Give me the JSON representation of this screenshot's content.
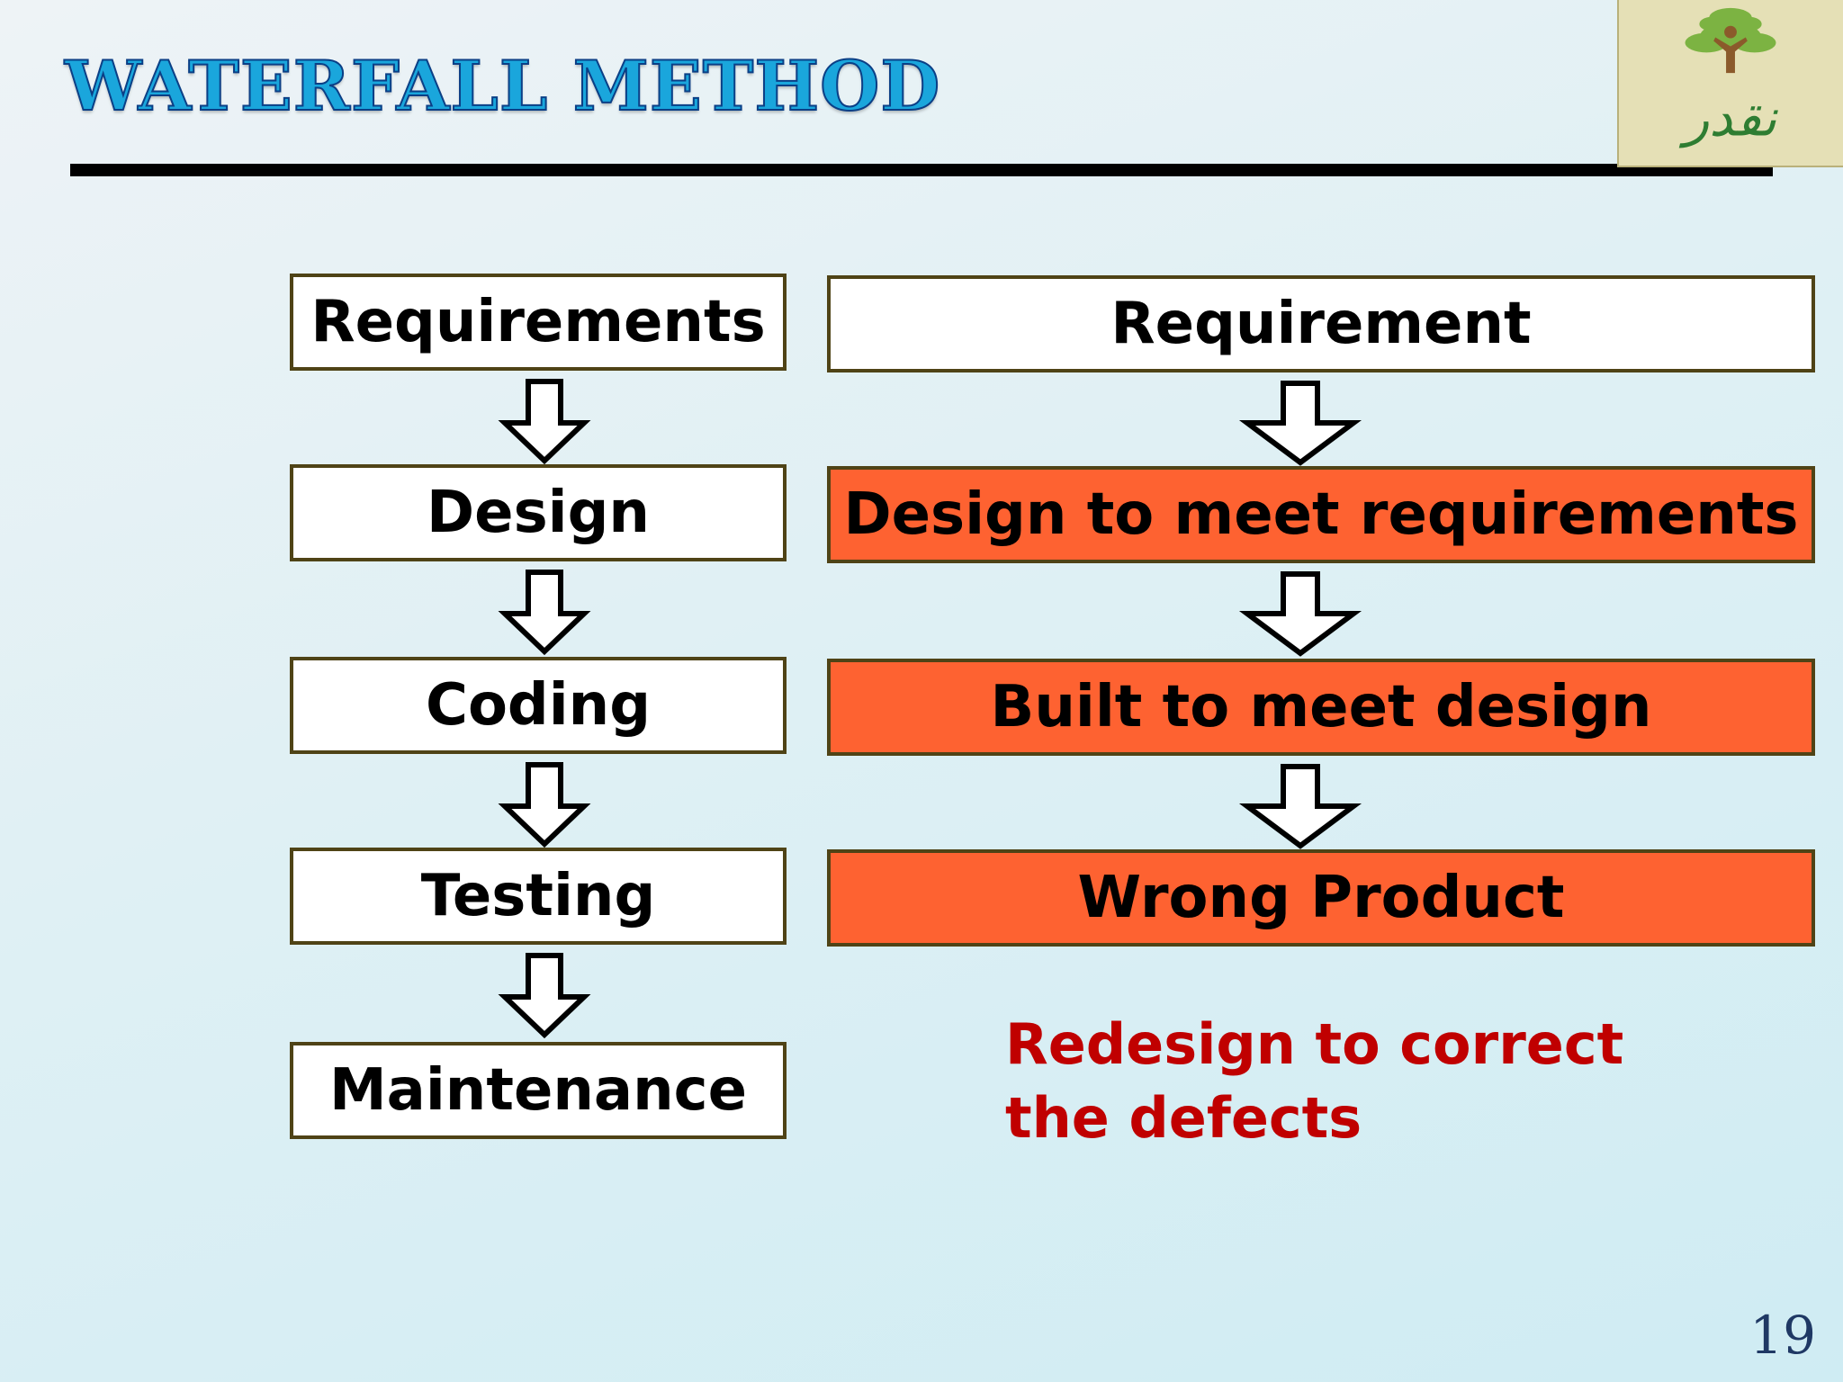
{
  "slide": {
    "title": "WATERFALL METHOD",
    "page_number": "19"
  },
  "left_flow": {
    "steps": [
      "Requirements",
      "Design",
      "Coding",
      "Testing",
      "Maintenance"
    ]
  },
  "right_flow": {
    "steps": [
      "Requirement",
      "Design to meet requirements",
      "Built to meet design",
      "Wrong Product"
    ]
  },
  "note": {
    "line1": "Redesign to correct",
    "line2": "the defects"
  },
  "colors": {
    "highlight": "#fe6231",
    "box_border": "#4f4316",
    "note_text": "#c00000",
    "title_fill": "#1aa6dc"
  },
  "logo": {
    "text": "نقدر",
    "icon": "tree-person-logo"
  }
}
